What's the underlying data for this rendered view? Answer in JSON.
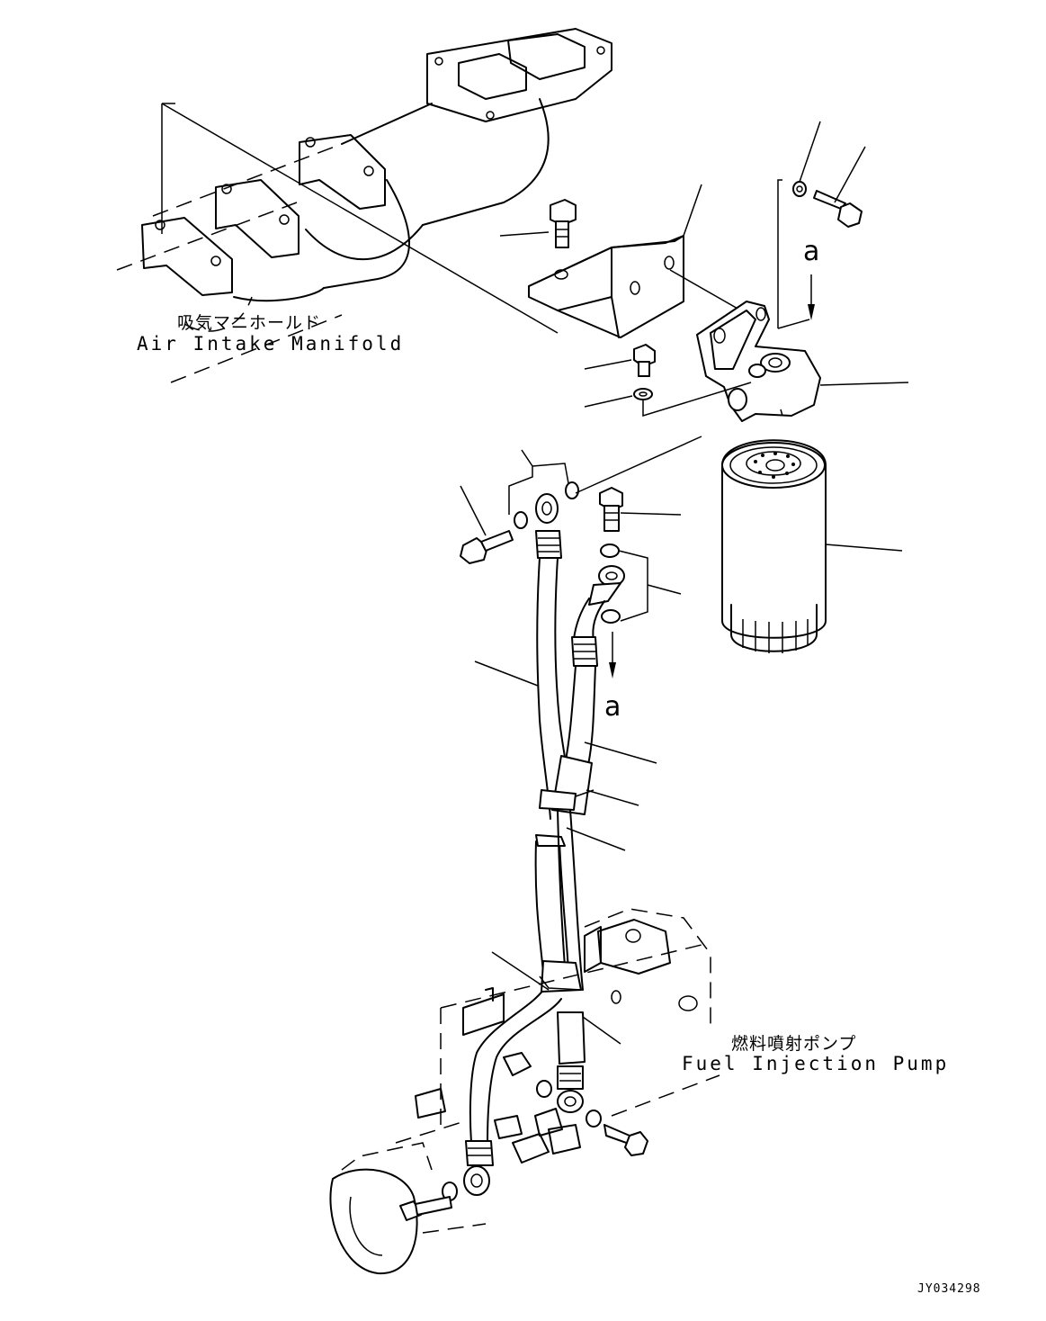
{
  "labels": {
    "intake_jp": "吸気マニホールド",
    "intake_en": "Air Intake Manifold",
    "pump_jp": "燃料噴射ポンプ",
    "pump_en": "Fuel Injection Pump",
    "view_ref_top": "a",
    "view_ref_bottom": "a"
  },
  "drawing_code": "JY034298"
}
